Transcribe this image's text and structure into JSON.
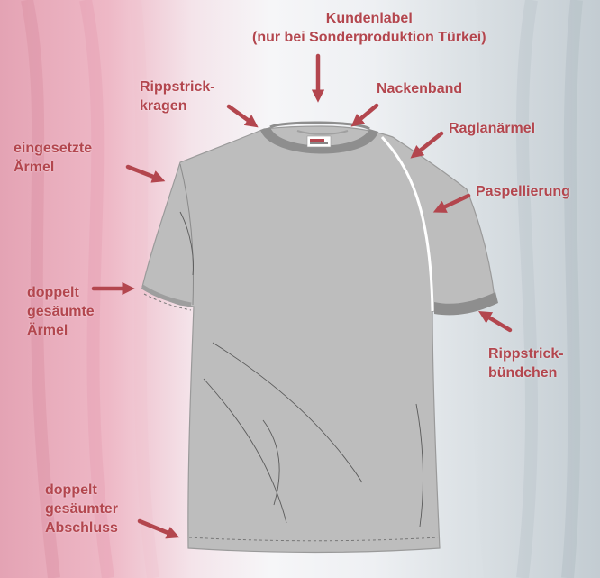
{
  "colors": {
    "label": "#b3464e",
    "arrow": "#b3464e",
    "shirt_body": "#bdbdbd",
    "rib_trim": "#8e8e8e",
    "piping": "#ffffff",
    "seam": "#555555",
    "bg_left": "#e0a0b0",
    "bg_mid": "#f1f1f4",
    "bg_right": "#c7d0d6"
  },
  "labels": {
    "kundenlabel": [
      "Kundenlabel",
      "(nur bei Sonderproduktion Türkei)"
    ],
    "rippstrick_kragen": [
      "Rippstrick-",
      "kragen"
    ],
    "nackenband": [
      "Nackenband"
    ],
    "raglanaermel": [
      "Raglanärmel"
    ],
    "eingesetzte_aermel": [
      "eingesetzte",
      "Ärmel"
    ],
    "paspellierung": [
      "Paspellierung"
    ],
    "doppelt_aermel": [
      "doppelt",
      "gesäumte",
      "Ärmel"
    ],
    "rippstrick_buendchen": [
      "Rippstrick-",
      "bündchen"
    ],
    "doppelt_abschluss": [
      "doppelt",
      "gesäumter",
      "Abschluss"
    ]
  },
  "icons": {
    "neck_label": "care-label-icon",
    "arrows": "arrow-icon"
  }
}
